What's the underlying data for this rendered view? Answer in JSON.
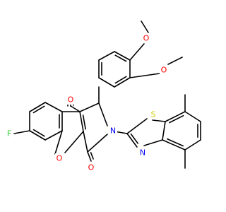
{
  "atom_labels": {
    "o_methoxy_top": "O",
    "o_methoxy_side": "O",
    "o_ketone_top": "O",
    "o_ring": "O",
    "o_amide": "O",
    "fluorine": "F",
    "nitrogen_lactam": "N",
    "nitrogen_thiazole": "N",
    "sulfur": "S"
  },
  "colors": {
    "carbon_bond": "#000000",
    "oxygen": "#ff0000",
    "nitrogen": "#0000ff",
    "sulfur": "#cccc00",
    "fluorine": "#33cc33",
    "background": "#ffffff"
  }
}
